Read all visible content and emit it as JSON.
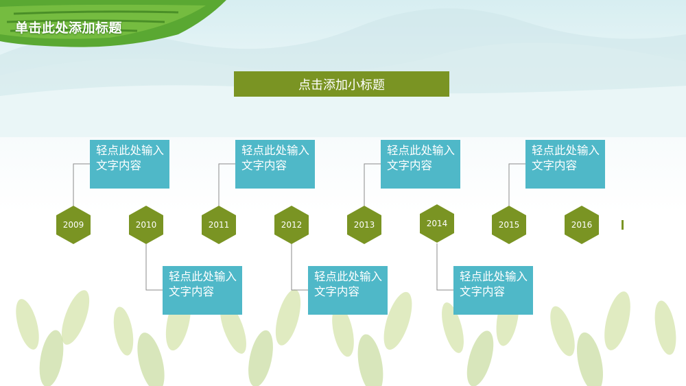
{
  "header": {
    "title": "单击此处添加标题"
  },
  "subtitle": {
    "label": "点击添加小标题"
  },
  "colors": {
    "accent_green": "#7a9423",
    "box_teal": "#4fb8c8"
  },
  "timeline": {
    "years": [
      "2009",
      "2010",
      "2011",
      "2012",
      "2013",
      "2014",
      "2015",
      "2016"
    ],
    "top_boxes": [
      {
        "line1": "轻点此处输入",
        "line2": "文字内容"
      },
      {
        "line1": "轻点此处输入",
        "line2": "文字内容"
      },
      {
        "line1": "轻点此处输入",
        "line2": "文字内容"
      },
      {
        "line1": "轻点此处输入",
        "line2": "文字内容"
      }
    ],
    "bottom_boxes": [
      {
        "line1": "轻点此处输入",
        "line2": "文字内容"
      },
      {
        "line1": "轻点此处输入",
        "line2": "文字内容"
      },
      {
        "line1": "轻点此处输入",
        "line2": "文字内容"
      }
    ]
  }
}
